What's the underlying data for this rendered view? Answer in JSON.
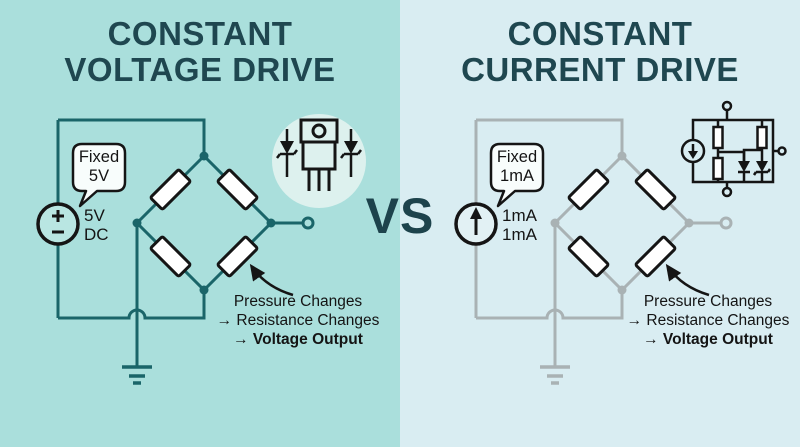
{
  "left_panel": {
    "title_line1": "CONSTANT",
    "title_line2": "VOLTAGE DRIVE",
    "speech_bubble": "Fixed 5V",
    "source_label": "5V DC",
    "note_line1": "Pressure Changes",
    "note_line2": "→ Resistance Changes",
    "note_line3": "→ Voltage Output"
  },
  "divider": {
    "vs_label": "VS"
  },
  "right_panel": {
    "title_line1": "CONSTANT",
    "title_line2": "CURRENT DRIVE",
    "speech_bubble": "Fixed 1mA",
    "source_label": "1mA 1mA",
    "note_line1": "Pressure Changes",
    "note_line2": "→ Resistance Changes",
    "note_line3": "→ Voltage Output"
  },
  "icons": {
    "left_icon": "voltage-regulator-package-with-zener-diodes",
    "right_icon": "constant-current-source-circuit"
  },
  "colors": {
    "left_background": "#aadfdc",
    "right_background": "#d9edf2",
    "left_wire_teal": "#1a6569",
    "right_wire_gray": "#a9b2b4",
    "title_text": "#1f4750",
    "schematic_black": "#151515",
    "resistor_fill": "#ffffff",
    "icon_badge_fill": "#ddf1ee",
    "speech_bubble_fill": "#f8fdfc"
  }
}
